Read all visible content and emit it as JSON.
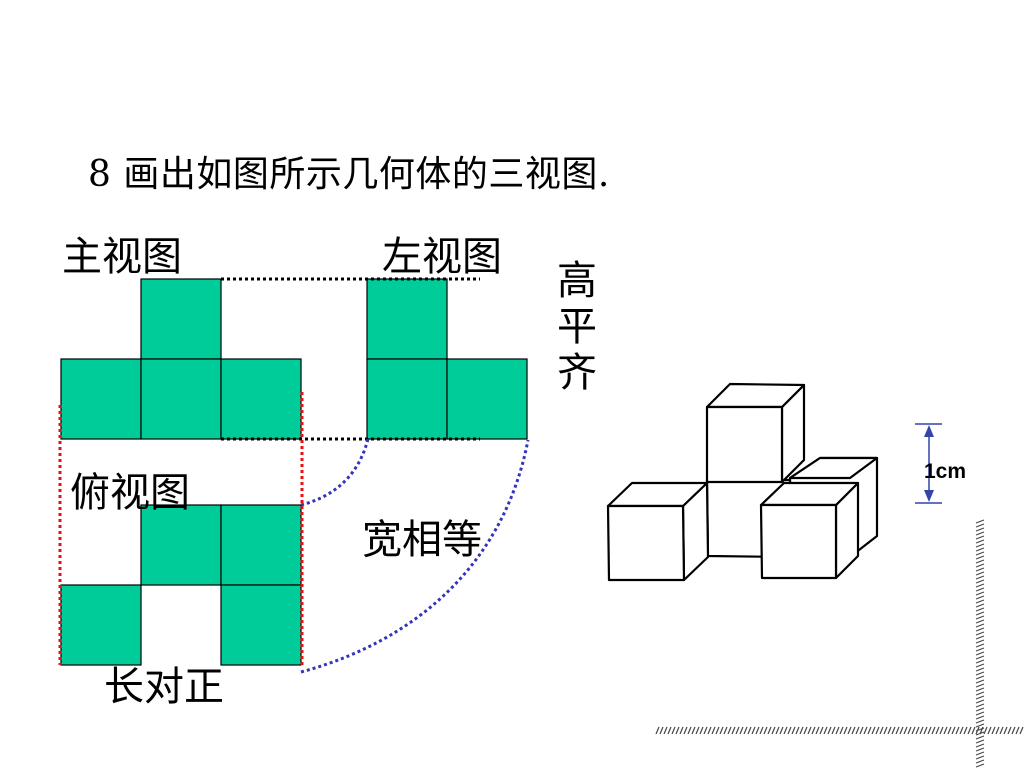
{
  "title": "8 画出如图所示几何体的三视图.",
  "views": {
    "front": "主视图",
    "side": "左视图",
    "top": "俯视图"
  },
  "rules": {
    "height_equal": "高平齐",
    "width_equal": "宽相等",
    "length_equal": "长对正"
  },
  "unit_label": "1cm",
  "colors": {
    "square_fill": "#00cc99",
    "square_stroke": "#000000",
    "red_dotted": "#e81010",
    "blue_dotted": "#3333bb",
    "black_dotted": "#000000"
  }
}
